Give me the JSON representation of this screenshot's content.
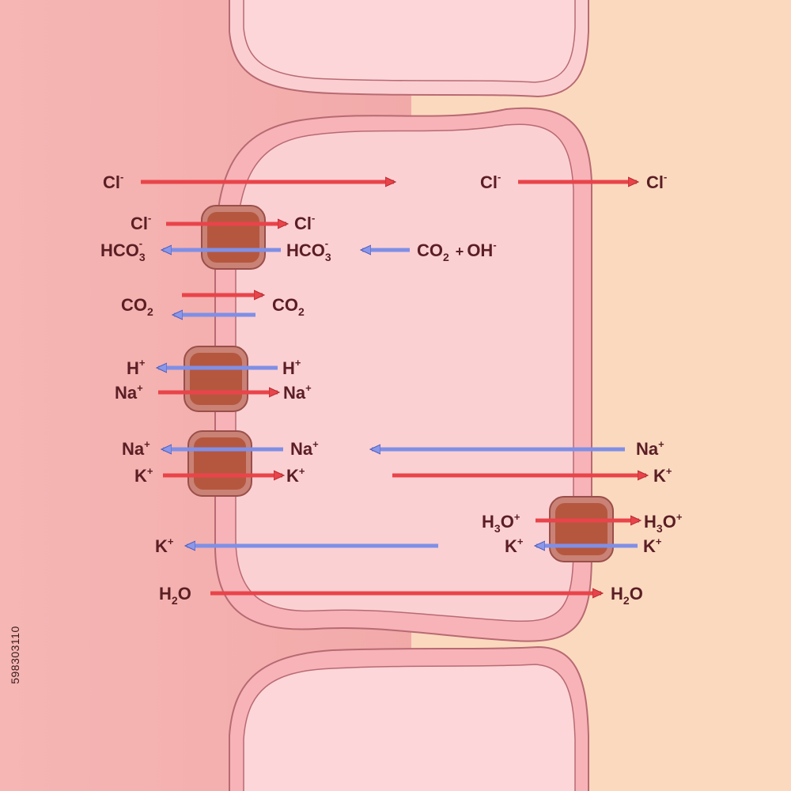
{
  "colors": {
    "lumen": "#f3b2b0",
    "blood": "#fbd9bf",
    "cell_fill": "#fbcfd2",
    "cell_border": "#f4a5ab",
    "cell_outline": "#b86a72",
    "transporter": "#b5573f",
    "arrow_red": "#e8444a",
    "arrow_blue": "#7f8fe6",
    "text": "#5a1e24"
  },
  "labels": {
    "cl_lumen": "Cl",
    "cl_cell_right": "Cl",
    "cl_blood": "Cl",
    "cl_t1_left": "Cl",
    "cl_t1_right": "Cl",
    "hco3_left": "HCO",
    "hco3_right": "HCO",
    "co2_oh_co2": "CO",
    "co2_oh_oh": "OH",
    "co2_left": "CO",
    "co2_right": "CO",
    "h_left": "H",
    "h_right": "H",
    "na_t2_left": "Na",
    "na_t2_right": "Na",
    "na_t3_left": "Na",
    "na_t3_right": "Na",
    "na_blood": "Na",
    "k_t3_left": "K",
    "k_t3_right": "K",
    "k_blood": "K",
    "h3o_left": "H",
    "h3o_right": "H",
    "h3o_o": "O",
    "k_t4_left": "K",
    "k_t4_right": "K",
    "k_lumen": "K",
    "h2o_left": "H",
    "h2o_right": "H",
    "h2o_o": "O",
    "plus": "+",
    "minus": "-",
    "sub2": "2",
    "sub3": "3"
  },
  "watermark": "598303110"
}
